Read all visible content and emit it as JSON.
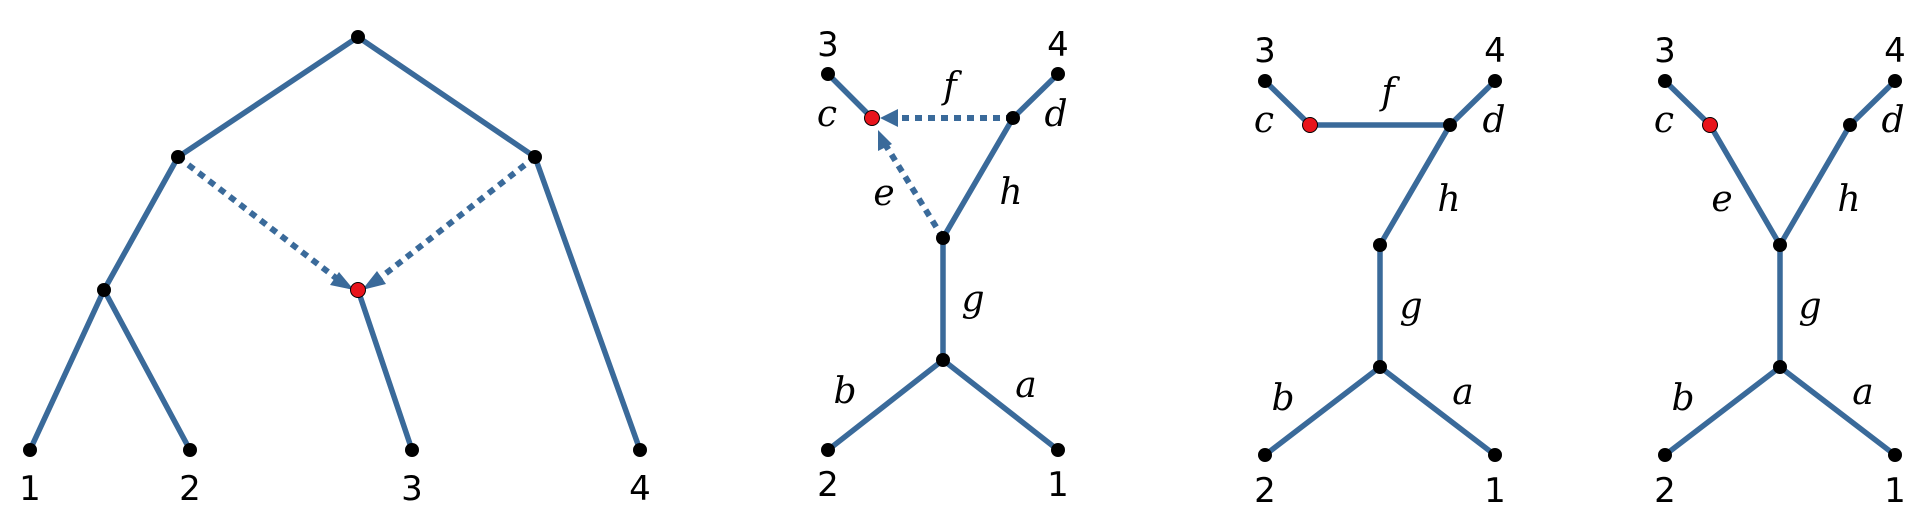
{
  "leaf_labels": {
    "one": "1",
    "two": "2",
    "three": "3",
    "four": "4"
  },
  "edge_labels": {
    "a": "a",
    "b": "b",
    "c": "c",
    "d": "d",
    "e": "e",
    "f": "f",
    "g": "g",
    "h": "h"
  },
  "colors": {
    "edge": "#3a6a9a",
    "reticulation_node": "#e8141b",
    "node": "#000000"
  }
}
